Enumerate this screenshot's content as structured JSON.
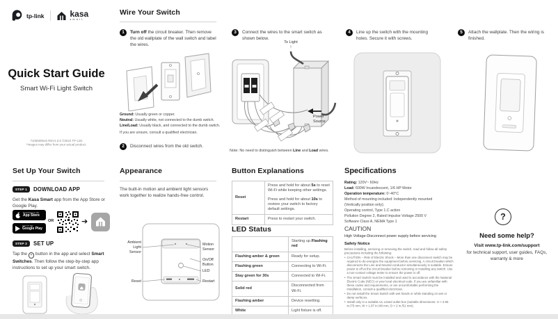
{
  "colors": {
    "brand_dark": "#1b1c20",
    "badge_black": "#050505",
    "kasa_gray": "#a6a6a6",
    "text_dark": "#1b1b1b"
  },
  "icons": {
    "question": "?",
    "plus": "+",
    "arrow_right": "➔",
    "up_arrow": "↑",
    "tplink_logo": "tp-link-logo",
    "kasa_logo": "kasa-house",
    "qr": "qr-code"
  },
  "cover": {
    "brand": {
      "tplink": "tp-link",
      "kasa": "kasa",
      "kasa_sub": "smart"
    },
    "title": "Quick Start Guide",
    "subtitle": "Smart Wi-Fi Light Switch",
    "footnote1": "7106509615  REV1.0.0  ©2022 TP-Link",
    "footnote2": "*Images may differ from your actual product."
  },
  "wire": {
    "title": "Wire Your Switch",
    "step1": {
      "num": "1",
      "bold": "Turn off",
      "rest": " the circuit breaker. Then remove the old wallplate of the wall switch and label the wires."
    },
    "notes": [
      {
        "label": "Ground:",
        "text": " Usually green or copper."
      },
      {
        "label": "Neutral:",
        "text": " Usually white, not connected to the dumb switch."
      },
      {
        "label": "Line/Load:",
        "text": " Usually black, and connected to the dumb switch."
      }
    ],
    "unsure": "If you are unsure, consult a qualified electrician.",
    "step2": {
      "num": "2",
      "text": "Disconnect wires from the old switch."
    },
    "step3": {
      "num": "3",
      "text": "Connect the wires to the smart switch as shown below."
    },
    "to_light": "To Light",
    "power_source_1": "Power",
    "power_source_2": "Source",
    "note": {
      "p0": "Note: No need to distinguish between ",
      "p1": "Line",
      "p2": " and ",
      "p3": "Load",
      "p4": " wires."
    },
    "step4": {
      "num": "4",
      "text": "Line up the switch with the mounting holes. Secure it with screws."
    },
    "step5": {
      "num": "5",
      "text": "Attach the wallplate. Then the wiring is finished."
    }
  },
  "setup": {
    "title": "Set Up Your Switch",
    "step1_badge": "STEP 1",
    "step1_title": "DOWNLOAD APP",
    "step1_text": {
      "p0": "Get the ",
      "p1": "Kasa Smart",
      "p2": " app from the App Store or Google Play."
    },
    "app_store": {
      "line1": "Download on the",
      "line2": "App Store"
    },
    "google_play": {
      "line1": "GET IT ON",
      "line2": "Google Play"
    },
    "or": "OR",
    "step2_badge": "STEP 2",
    "step2_title": "SET UP",
    "step2_text": {
      "p0": "Tap the ",
      "p1": "+",
      "p2": " button in the app and select ",
      "p3": "Smart Switches",
      "p4": ". Then follow the step-by-step app instructions to set up your smart switch."
    }
  },
  "appearance": {
    "title": "Appearance",
    "desc": "The built-in motion and ambient light sensors work together to realize hands-free control.",
    "labels": {
      "ambient1": "Ambient",
      "ambient2": "Light",
      "ambient3": "Sensor",
      "motion1": "Motion",
      "motion2": "Sensor",
      "onoff1": "On/Off",
      "onoff2": "Button",
      "led": "LED",
      "reset": "Reset",
      "restart": "Restart"
    }
  },
  "buttons": {
    "title": "Button Explanations",
    "reset_name": "Reset",
    "reset_d1": {
      "p0": "Press and hold for about ",
      "p1": "5s",
      "p2": " to reset Wi-Fi while keeping other settings."
    },
    "reset_d2": {
      "p0": "Press and hold for about ",
      "p1": "10s",
      "p2": " to restore your switch to factory default settings."
    },
    "restart_name": "Restart",
    "restart_desc": "Press to restart your switch."
  },
  "led": {
    "title": "LED Status",
    "row0": {
      "status": "",
      "meaning": "Starting up.",
      "meaning_bold": "Flashing red"
    },
    "rows": [
      {
        "status": "Flashing amber & green",
        "meaning": "Ready for setup."
      },
      {
        "status": "Flashing green",
        "meaning": "Connecting to Wi-Fi."
      },
      {
        "status": "Stay green for 30s",
        "meaning": "Connected to Wi-Fi."
      },
      {
        "status": "Solid red",
        "meaning": "Disconnected from Wi-Fi."
      },
      {
        "status": "Flashing amber",
        "meaning": "Device resetting."
      },
      {
        "status": "White",
        "meaning": "Light fixture is off."
      }
    ]
  },
  "specs": {
    "title": "Specifications",
    "lines": [
      {
        "b": "Rating:",
        "t": " 120V~ 60Hz"
      },
      {
        "b": "Load:",
        "t": " 600W Incandescent, 1/6 HP Motor"
      },
      {
        "b": "Operation temperature:",
        "t": " 0~40°C"
      },
      {
        "b": "",
        "t": "Method of mounting included: Independently mounted"
      },
      {
        "b": "",
        "t": "(Vertically position only);"
      },
      {
        "b": "",
        "t": "Operating control, Type 1.C action"
      },
      {
        "b": "",
        "t": "Pollution Degree 2, Rated Impulse Voltage 2500 V"
      },
      {
        "b": "",
        "t": "Software Class A, NEMA Type 1"
      }
    ],
    "caution_title": "CAUTION",
    "caution_text": "High Voltage-Disconnect power supply before servicing",
    "safety_title": "Safety Notice",
    "safety_intro": "Before installing, servicing or removing the switch, read and follow all safety precautions including the following:",
    "safety_items": [
      "CAUTION – Risk of Electric Shock – More than one disconnect switch may be required to de-energize the equipment before servicing. A circuit breaker which disconnects the Line and Neutral conductor simultaneously is suitable. Ensure power is off at the circuit breaker before removing or installing any switch. Use a non-contact voltage tester to ensure the power is off.",
      "The Smart Switch must be installed and used in accordance with the National Electric Code (NEC) or your local electrical code. If you are unfamiliar with these codes and requirements, or are uncomfortable performing the installation, consult a qualified electrician.",
      "Do not install the Smart Switch with wet hands or while standing on wet or damp surfaces.",
      "Install only in a suitable UL Listed outlet box (suitable dimensions: H > 2.95 in./75 mm, W > 1.87 in./48 mm, D > 2 in./51 mm)."
    ]
  },
  "help": {
    "icon": "?",
    "title": "Need some help?",
    "link": "Visit www.tp-link.com/support",
    "desc": "for technical support, user guides, FAQs, warranty & more"
  }
}
